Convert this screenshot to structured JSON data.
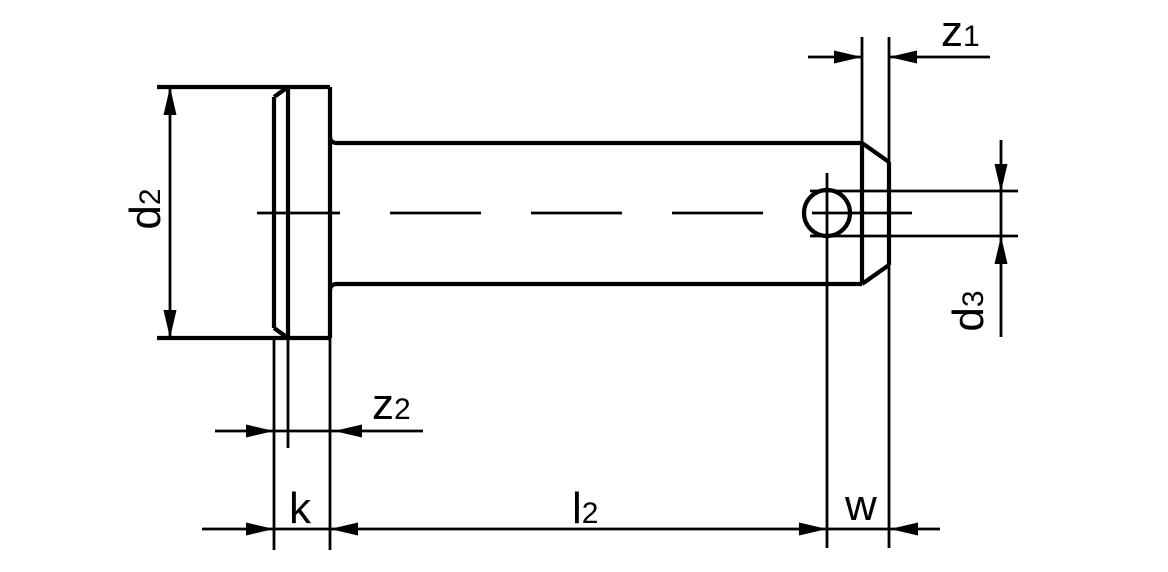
{
  "figure": {
    "description": "Technical drawing of a clevis pin with head, cross hole and dimension lines",
    "colors": {
      "line": "#000000",
      "background": "#ffffff"
    },
    "labels": {
      "d2": {
        "main": "d",
        "sub": "2"
      },
      "z1": {
        "main": "z",
        "sub": "1"
      },
      "z2": {
        "main": "z",
        "sub": "2"
      },
      "k": {
        "main": "k",
        "sub": ""
      },
      "l2": {
        "main": "l",
        "sub": "2"
      },
      "w": {
        "main": "w",
        "sub": ""
      },
      "d3": {
        "main": "d",
        "sub": "3"
      }
    }
  }
}
